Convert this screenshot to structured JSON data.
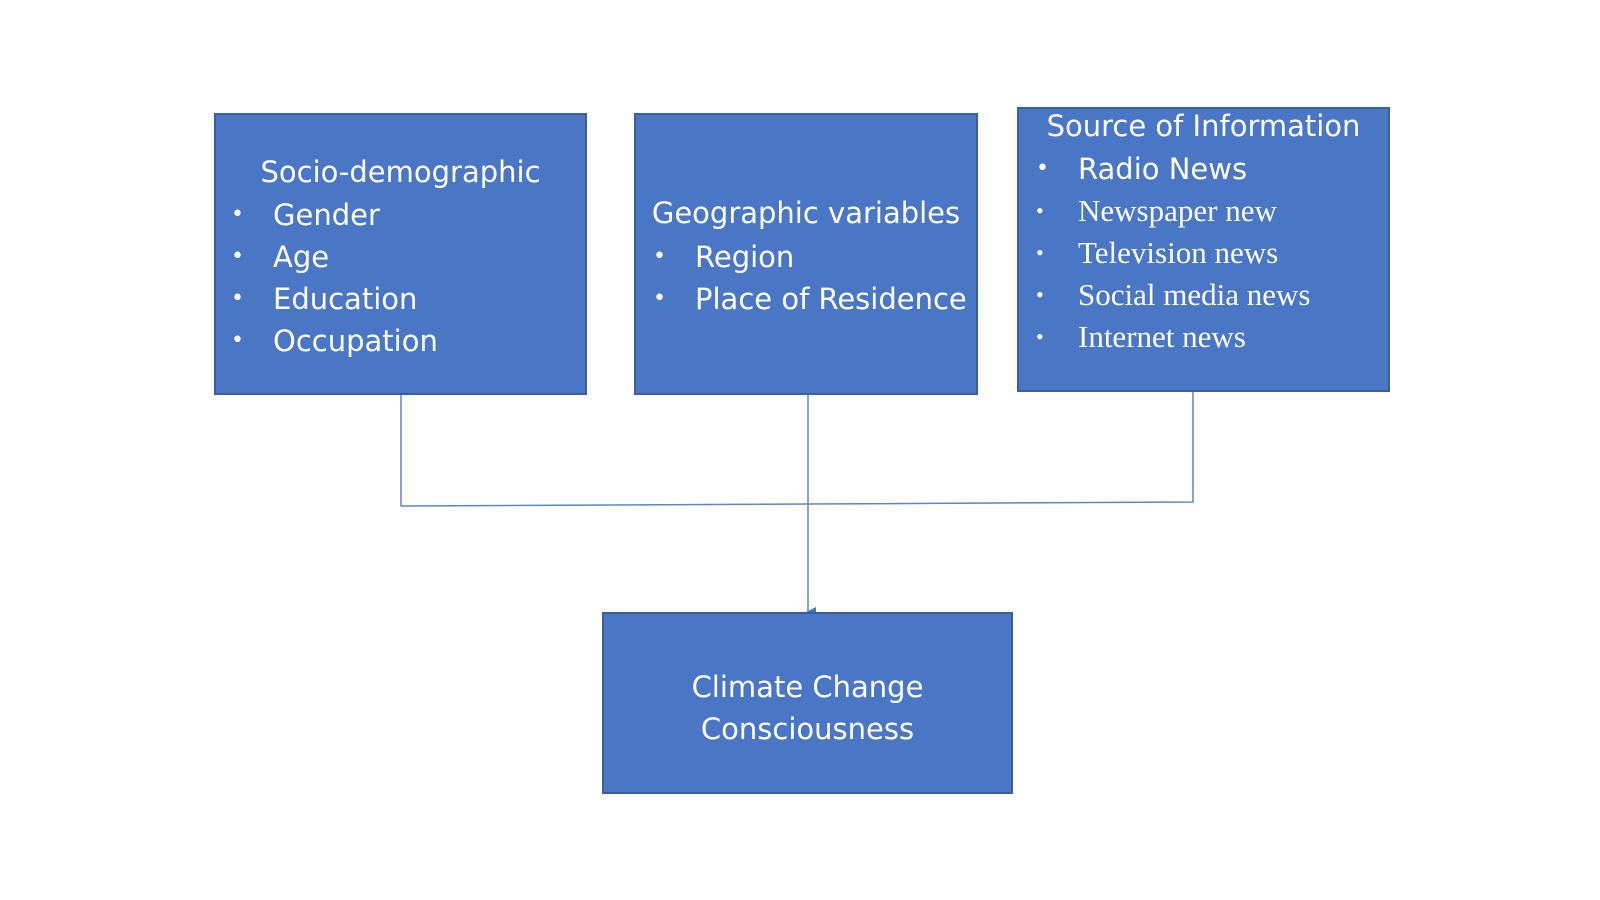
{
  "colors": {
    "box_fill": "#4a76c6",
    "box_border": "#3a5e9f",
    "box_text": "#ffffff",
    "connector": "#5b86c9"
  },
  "boxes": {
    "socio": {
      "title": "Socio-demographic",
      "items": [
        "Gender",
        "Age",
        "Education",
        "Occupation"
      ]
    },
    "geo": {
      "title": "Geographic variables",
      "items": [
        "Region",
        "Place of Residence"
      ]
    },
    "source": {
      "title": "Source of Information",
      "items": [
        "Radio News",
        "Newspaper new",
        "Television news",
        "Social media news",
        "Internet news"
      ]
    },
    "outcome": {
      "lines": [
        "Climate Change",
        "Consciousness"
      ]
    }
  }
}
